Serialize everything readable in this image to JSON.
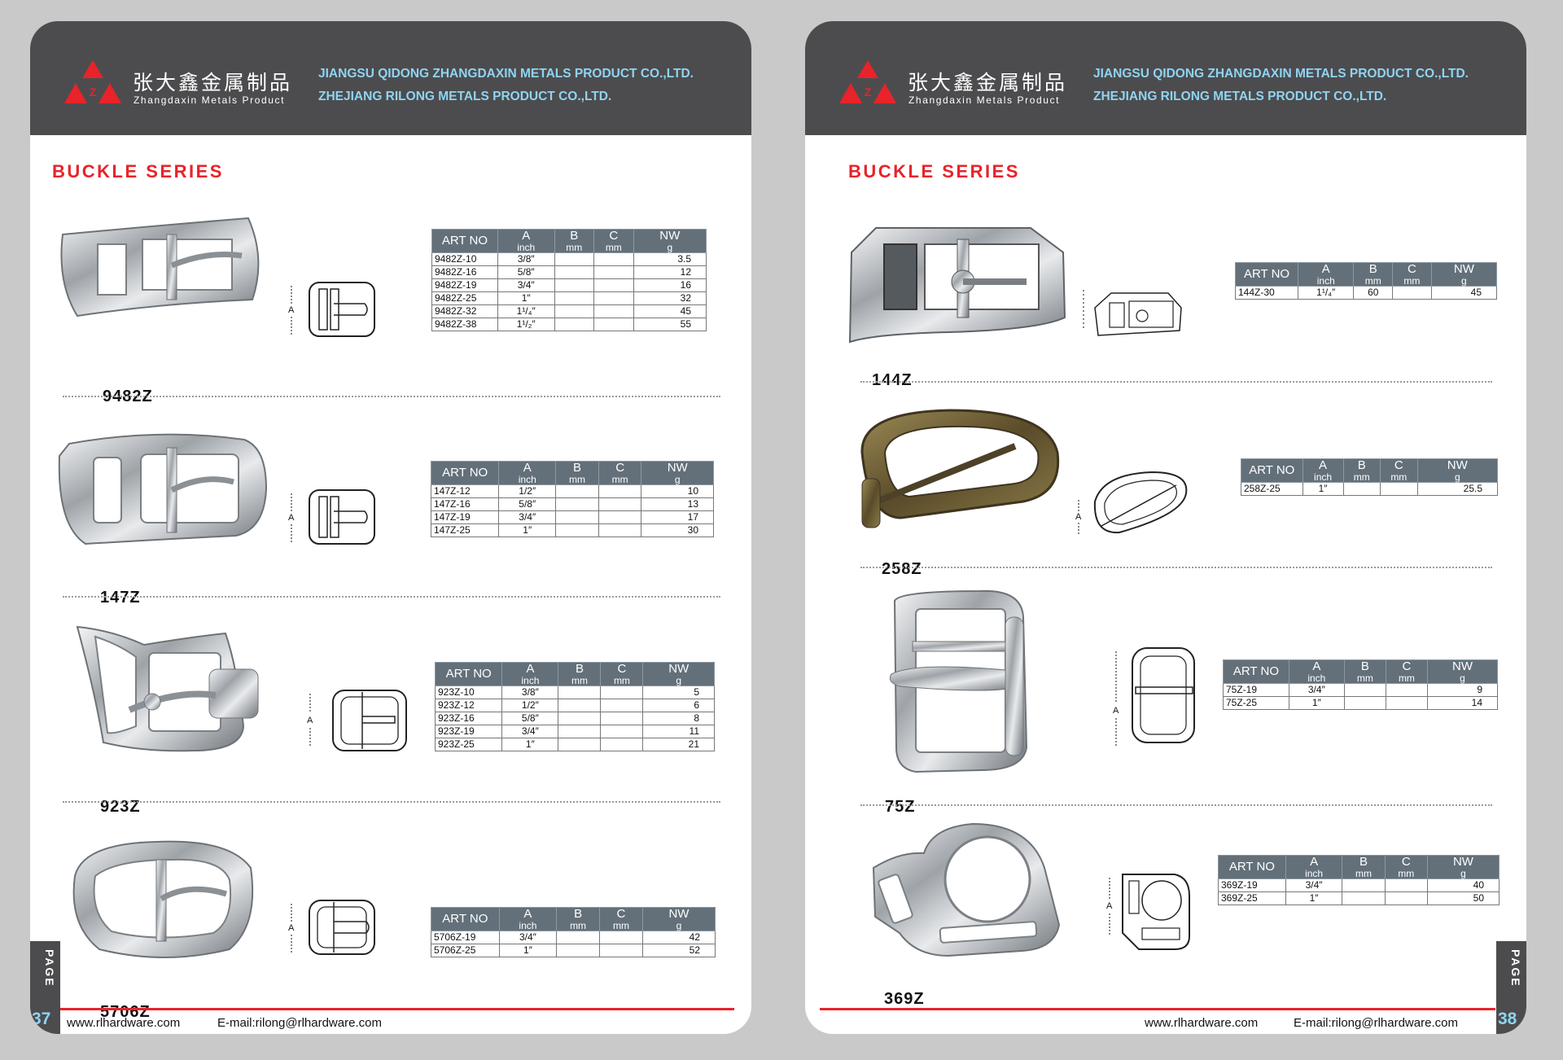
{
  "brand": {
    "cn_name": "张大鑫金属制品",
    "en_name": "Zhangdaxin Metals Product",
    "company1": "JIANGSU QIDONG ZHANGDAXIN METALS PRODUCT CO.,LTD.",
    "company2": "ZHEJIANG RILONG METALS PRODUCT CO.,LTD.",
    "logo_letter": "Z",
    "colors": {
      "header": "#4c4c4e",
      "accent_red": "#e8232a",
      "company_text": "#8fd4f2",
      "table_header": "#63707a"
    }
  },
  "series_title": "BUCKLE SERIES",
  "table_headers": {
    "art": "ART NO",
    "cols": [
      {
        "name": "A",
        "unit": "inch"
      },
      {
        "name": "B",
        "unit": "mm"
      },
      {
        "name": "C",
        "unit": "mm"
      },
      {
        "name": "NW",
        "unit": "g"
      }
    ]
  },
  "dim_label": "A",
  "footer": {
    "website": "www.rlhardware.com",
    "email": "E-mail:rilong@rlhardware.com"
  },
  "page_label": "PAGE",
  "left_page": {
    "page_number": "37",
    "products": [
      {
        "name": "9482Z",
        "icon": "roller-buckle-double-bar",
        "rows": [
          [
            "9482Z-10",
            "3/8″",
            "",
            "",
            "3.5"
          ],
          [
            "9482Z-16",
            "5/8″",
            "",
            "",
            "12"
          ],
          [
            "9482Z-19",
            "3/4″",
            "",
            "",
            "16"
          ],
          [
            "9482Z-25",
            "1″",
            "",
            "",
            "32"
          ],
          [
            "9482Z-32",
            "1¹/₄″",
            "",
            "",
            "45"
          ],
          [
            "9482Z-38",
            "1¹/₂″",
            "",
            "",
            "55"
          ]
        ]
      },
      {
        "name": "147Z",
        "icon": "roller-buckle-double-bar",
        "rows": [
          [
            "147Z-12",
            "1/2″",
            "",
            "",
            "10"
          ],
          [
            "147Z-16",
            "5/8″",
            "",
            "",
            "13"
          ],
          [
            "147Z-19",
            "3/4″",
            "",
            "",
            "17"
          ],
          [
            "147Z-25",
            "1″",
            "",
            "",
            "30"
          ]
        ]
      },
      {
        "name": "923Z",
        "icon": "roller-buckle",
        "rows": [
          [
            "923Z-10",
            "3/8″",
            "",
            "",
            "5"
          ],
          [
            "923Z-12",
            "1/2″",
            "",
            "",
            "6"
          ],
          [
            "923Z-16",
            "5/8″",
            "",
            "",
            "8"
          ],
          [
            "923Z-19",
            "3/4″",
            "",
            "",
            "11"
          ],
          [
            "923Z-25",
            "1″",
            "",
            "",
            "21"
          ]
        ]
      },
      {
        "name": "5706Z",
        "icon": "rounded-buckle",
        "rows": [
          [
            "5706Z-19",
            "3/4″",
            "",
            "",
            "42"
          ],
          [
            "5706Z-25",
            "1″",
            "",
            "",
            "52"
          ]
        ]
      }
    ]
  },
  "right_page": {
    "page_number": "38",
    "products": [
      {
        "name": "144Z",
        "icon": "heavy-buckle",
        "rows": [
          [
            "144Z-30",
            "1¹/₄″",
            "60",
            "",
            "45"
          ]
        ]
      },
      {
        "name": "258Z",
        "icon": "antique-brass-buckle",
        "rows": [
          [
            "258Z-25",
            "1″",
            "",
            "",
            "25.5"
          ]
        ]
      },
      {
        "name": "75Z",
        "icon": "roller-buckle",
        "rows": [
          [
            "75Z-19",
            "3/4″",
            "",
            "",
            "9"
          ],
          [
            "75Z-25",
            "1″",
            "",
            "",
            "14"
          ]
        ]
      },
      {
        "name": "369Z",
        "icon": "halter-ring-buckle",
        "rows": [
          [
            "369Z-19",
            "3/4″",
            "",
            "",
            "40"
          ],
          [
            "369Z-25",
            "1″",
            "",
            "",
            "50"
          ]
        ]
      }
    ]
  }
}
